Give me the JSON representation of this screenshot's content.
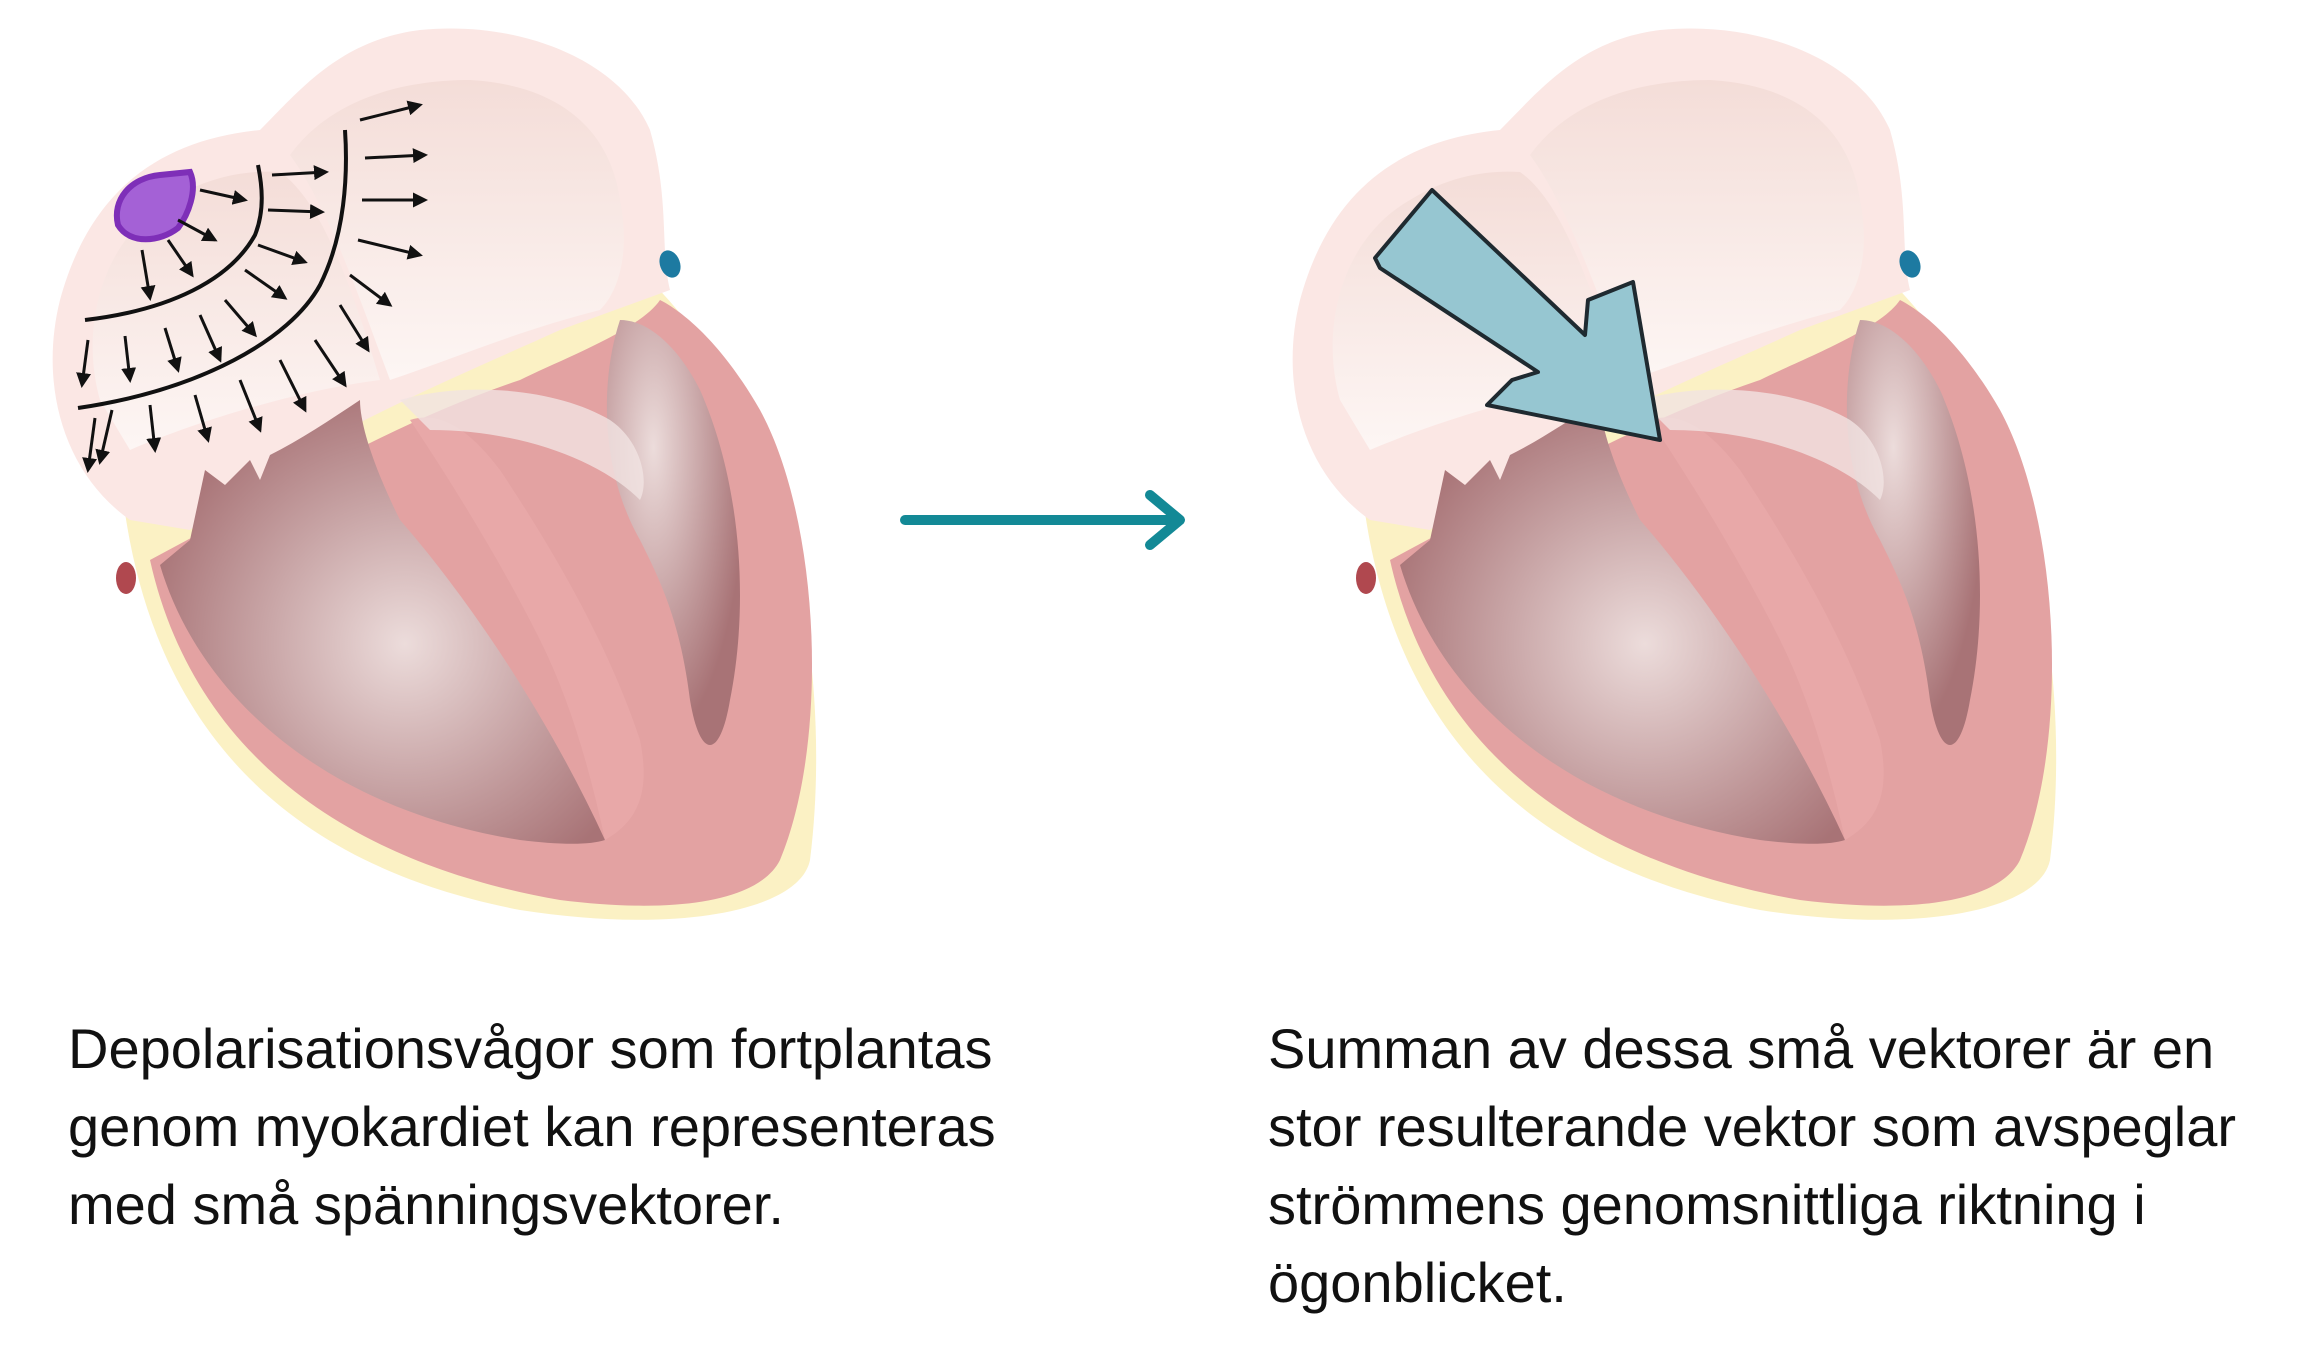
{
  "captions": {
    "left": [
      "Depolarisationsvågor som fortplantas",
      "genom myokardiet kan representeras",
      "med små spänningsvektorer."
    ],
    "right": [
      "Summan av dessa små vektorer är en",
      "stor resulterande vektor som avspeglar",
      "strömmens genomsnittliga riktning i",
      "ögonblicket."
    ]
  },
  "colors": {
    "atrium_wall": "#fbe7e4",
    "atrium_inner": "#f3dcd7",
    "ventricle_wall": "#e3a2a2",
    "cavity_dark": "#a87376",
    "cavity_light": "#ecdcdb",
    "fat_layer": "#fbf1c4",
    "node": "#a461d6",
    "node_stroke": "#7e2fb8",
    "vessel_red": "#b0484f",
    "vessel_blue": "#1d7aa1",
    "transition_arrow": "#138996",
    "resultant_vector": "#96c6d1"
  },
  "icons": {
    "heart": "heart-cross-section-icon",
    "transition": "arrow-right-icon",
    "resultant": "resultant-vector-arrow-icon"
  }
}
